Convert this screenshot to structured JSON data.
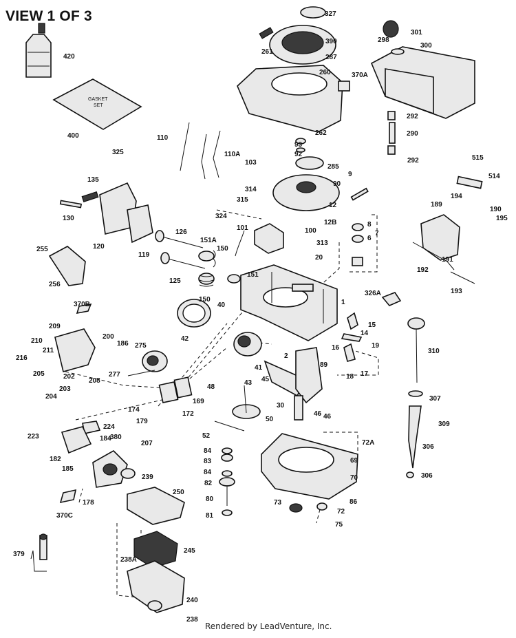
{
  "diagram": {
    "title": "VIEW 1 OF 3",
    "footer": "Rendered by LeadVenture, Inc.",
    "box_label": "GASKET SET",
    "box_label_line1": "GASKET",
    "box_label_line2": "SET",
    "parts": [
      {
        "id": "327"
      },
      {
        "id": "390"
      },
      {
        "id": "261"
      },
      {
        "id": "287"
      },
      {
        "id": "260"
      },
      {
        "id": "370A"
      },
      {
        "id": "301"
      },
      {
        "id": "298"
      },
      {
        "id": "300"
      },
      {
        "id": "420"
      },
      {
        "id": "400"
      },
      {
        "id": "292"
      },
      {
        "id": "290"
      },
      {
        "id": "292"
      },
      {
        "id": "262"
      },
      {
        "id": "93"
      },
      {
        "id": "92"
      },
      {
        "id": "110"
      },
      {
        "id": "110A"
      },
      {
        "id": "103"
      },
      {
        "id": "285"
      },
      {
        "id": "325"
      },
      {
        "id": "515"
      },
      {
        "id": "514"
      },
      {
        "id": "135"
      },
      {
        "id": "314"
      },
      {
        "id": "90"
      },
      {
        "id": "9"
      },
      {
        "id": "315"
      },
      {
        "id": "12"
      },
      {
        "id": "189"
      },
      {
        "id": "194"
      },
      {
        "id": "190"
      },
      {
        "id": "130"
      },
      {
        "id": "324"
      },
      {
        "id": "12B"
      },
      {
        "id": "8"
      },
      {
        "id": "195"
      },
      {
        "id": "101"
      },
      {
        "id": "100"
      },
      {
        "id": "126"
      },
      {
        "id": "6"
      },
      {
        "id": "7"
      },
      {
        "id": "120"
      },
      {
        "id": "119"
      },
      {
        "id": "151A"
      },
      {
        "id": "313"
      },
      {
        "id": "255"
      },
      {
        "id": "150"
      },
      {
        "id": "20"
      },
      {
        "id": "191"
      },
      {
        "id": "192"
      },
      {
        "id": "125"
      },
      {
        "id": "256"
      },
      {
        "id": "151"
      },
      {
        "id": "193"
      },
      {
        "id": "326A"
      },
      {
        "id": "150"
      },
      {
        "id": "40"
      },
      {
        "id": "1"
      },
      {
        "id": "370B"
      },
      {
        "id": "42"
      },
      {
        "id": "15"
      },
      {
        "id": "209"
      },
      {
        "id": "14"
      },
      {
        "id": "200"
      },
      {
        "id": "210"
      },
      {
        "id": "186"
      },
      {
        "id": "275"
      },
      {
        "id": "19"
      },
      {
        "id": "310"
      },
      {
        "id": "211"
      },
      {
        "id": "216"
      },
      {
        "id": "2"
      },
      {
        "id": "16"
      },
      {
        "id": "205"
      },
      {
        "id": "202"
      },
      {
        "id": "208"
      },
      {
        "id": "41"
      },
      {
        "id": "89"
      },
      {
        "id": "277"
      },
      {
        "id": "45"
      },
      {
        "id": "18"
      },
      {
        "id": "17"
      },
      {
        "id": "204"
      },
      {
        "id": "203"
      },
      {
        "id": "43"
      },
      {
        "id": "48"
      },
      {
        "id": "169"
      },
      {
        "id": "307"
      },
      {
        "id": "174"
      },
      {
        "id": "172"
      },
      {
        "id": "30"
      },
      {
        "id": "46"
      },
      {
        "id": "179"
      },
      {
        "id": "46"
      },
      {
        "id": "50"
      },
      {
        "id": "309"
      },
      {
        "id": "224"
      },
      {
        "id": "52"
      },
      {
        "id": "72A"
      },
      {
        "id": "223"
      },
      {
        "id": "184"
      },
      {
        "id": "380"
      },
      {
        "id": "207"
      },
      {
        "id": "306"
      },
      {
        "id": "84"
      },
      {
        "id": "69"
      },
      {
        "id": "182"
      },
      {
        "id": "83"
      },
      {
        "id": "185"
      },
      {
        "id": "84"
      },
      {
        "id": "70"
      },
      {
        "id": "239"
      },
      {
        "id": "306"
      },
      {
        "id": "82"
      },
      {
        "id": "250"
      },
      {
        "id": "178"
      },
      {
        "id": "80"
      },
      {
        "id": "86"
      },
      {
        "id": "370C"
      },
      {
        "id": "73"
      },
      {
        "id": "72"
      },
      {
        "id": "81"
      },
      {
        "id": "75"
      },
      {
        "id": "245"
      },
      {
        "id": "379"
      },
      {
        "id": "238A"
      },
      {
        "id": "240"
      },
      {
        "id": "238"
      }
    ]
  }
}
